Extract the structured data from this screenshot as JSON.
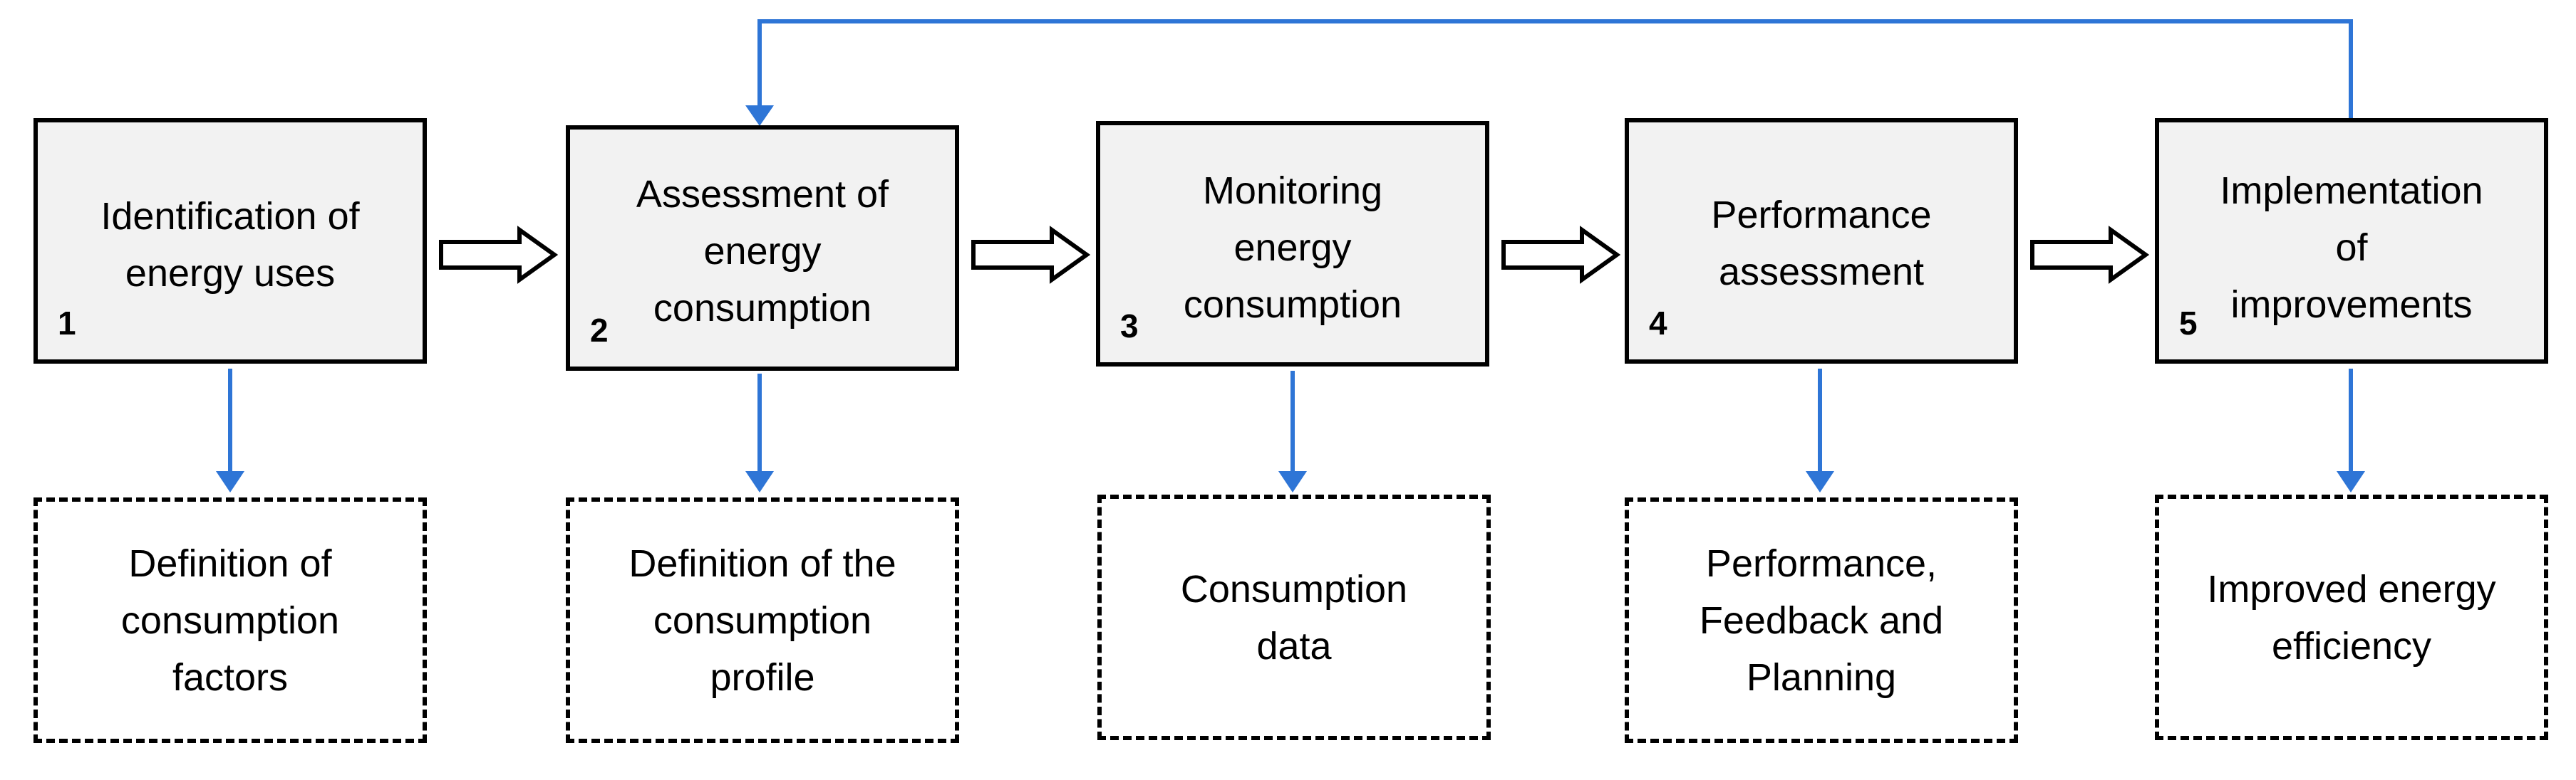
{
  "steps": [
    {
      "number": "1",
      "title": "Identification of\nenergy uses"
    },
    {
      "number": "2",
      "title": "Assessment of\nenergy\nconsumption"
    },
    {
      "number": "3",
      "title": "Monitoring\nenergy\nconsumption"
    },
    {
      "number": "4",
      "title": "Performance\nassessment"
    },
    {
      "number": "5",
      "title": "Implementation\nof\nimprovements"
    }
  ],
  "outputs": [
    {
      "text": "Definition of\nconsumption\nfactors"
    },
    {
      "text": "Definition of the\nconsumption\nprofile"
    },
    {
      "text": "Consumption\ndata"
    },
    {
      "text": "Performance,\nFeedback and\nPlanning"
    },
    {
      "text": "Improved energy\nefficiency"
    }
  ],
  "colors": {
    "step_fill": "#f2f2f2",
    "border": "#000000",
    "connector": "#2e75d6"
  }
}
